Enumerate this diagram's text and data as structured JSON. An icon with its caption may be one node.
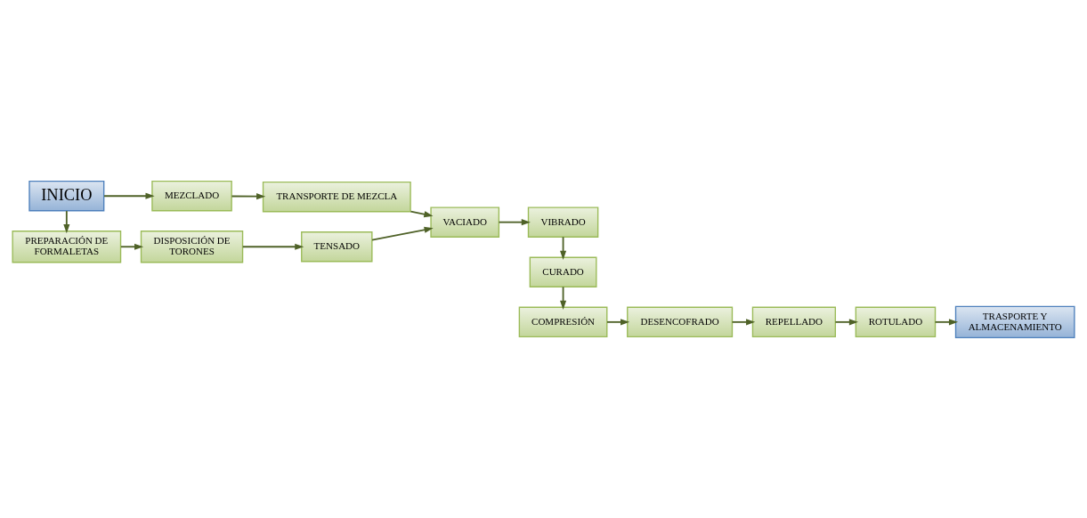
{
  "diagram": {
    "nodes": [
      {
        "text": [
          "INICIO"
        ]
      },
      {
        "text": [
          "MEZCLADO"
        ]
      },
      {
        "text": [
          "TRANSPORTE DE MEZCLA"
        ]
      },
      {
        "text": [
          "PREPARACIÓN DE FORMALETAS"
        ]
      },
      {
        "text": [
          "DISPOSICIÓN DE TORONES"
        ]
      },
      {
        "text": [
          "TENSADO"
        ]
      },
      {
        "text": [
          "VACIADO"
        ]
      },
      {
        "text": [
          "VIBRADO"
        ]
      },
      {
        "text": [
          "CURADO"
        ]
      },
      {
        "text": [
          "COMPRESIÓN"
        ]
      },
      {
        "text": [
          "DESENCOFRADO"
        ]
      },
      {
        "text": [
          "REPELLADO"
        ]
      },
      {
        "text": [
          "ROTULADO"
        ]
      },
      {
        "text": [
          "TRASPORTE Y ALMACENAMIENTO"
        ]
      }
    ],
    "edges": [
      {
        "from": 0,
        "to": 1,
        "arrow": "to"
      },
      {
        "from": 0,
        "to": 3,
        "arrow": "to"
      },
      {
        "from": 1,
        "to": 2,
        "arrow": "to"
      },
      {
        "from": 2,
        "to": 6,
        "arrow": "to"
      },
      {
        "from": 3,
        "to": 4,
        "arrow": "to"
      },
      {
        "from": 4,
        "to": 5,
        "arrow": "to"
      },
      {
        "from": 5,
        "to": 6,
        "arrow": "to"
      },
      {
        "from": 6,
        "to": 7,
        "arrow": "to"
      },
      {
        "from": 7,
        "to": 8,
        "arrow": "to"
      },
      {
        "from": 8,
        "to": 9,
        "arrow": "to"
      },
      {
        "from": 9,
        "to": 10,
        "arrow": "to"
      },
      {
        "from": 10,
        "to": 11,
        "arrow": "to"
      },
      {
        "from": 11,
        "to": 12,
        "arrow": "to"
      },
      {
        "from": 12,
        "to": 13,
        "arrow": "to"
      }
    ]
  }
}
